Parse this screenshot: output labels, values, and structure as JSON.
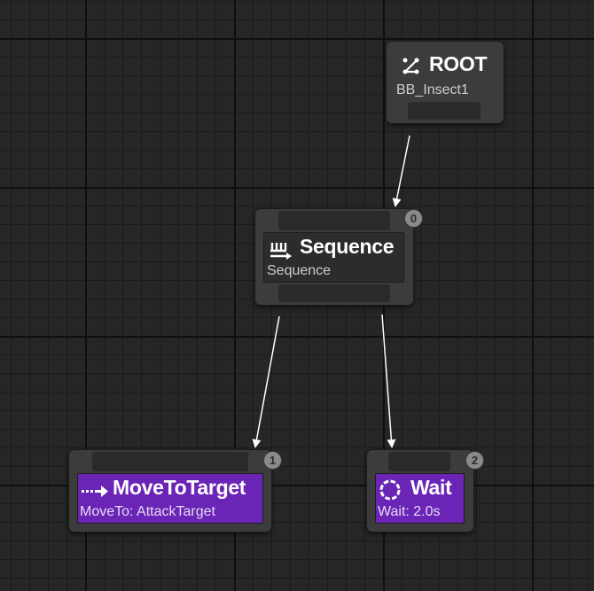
{
  "root": {
    "title": "ROOT",
    "subtitle": "BB_Insect1",
    "icon": "root-tree-icon"
  },
  "sequence": {
    "title": "Sequence",
    "subtitle": "Sequence",
    "index": "0",
    "icon": "sequence-icon"
  },
  "move_to_target": {
    "title": "MoveToTarget",
    "subtitle": "MoveTo: AttackTarget",
    "index": "1",
    "icon": "move-arrow-icon"
  },
  "wait": {
    "title": "Wait",
    "subtitle": "Wait: 2.0s",
    "index": "2",
    "icon": "wait-dashed-circle-icon"
  },
  "colors": {
    "task": "#6a24b6",
    "composite": "#2c2c2c",
    "node": "#3c3c3c",
    "wire": "#ffffff",
    "background": "#262626"
  }
}
